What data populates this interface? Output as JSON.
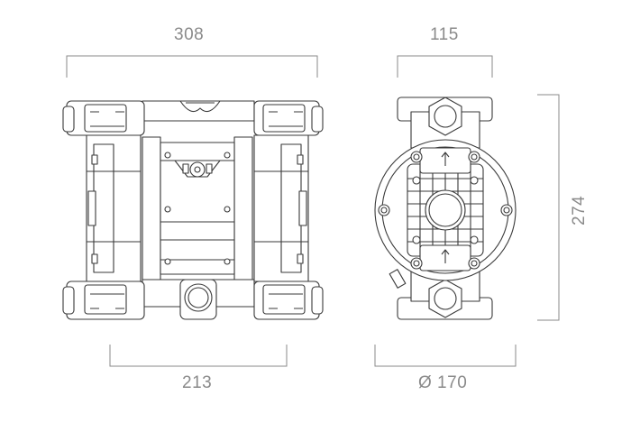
{
  "dimensions": {
    "front_width_top": "308",
    "front_width_bottom": "213",
    "side_width_top": "115",
    "side_height": "274",
    "side_diameter": "Ø 170"
  },
  "colors": {
    "line": "#3a3a3a",
    "dimension": "#8a8a8a",
    "background": "#ffffff"
  }
}
